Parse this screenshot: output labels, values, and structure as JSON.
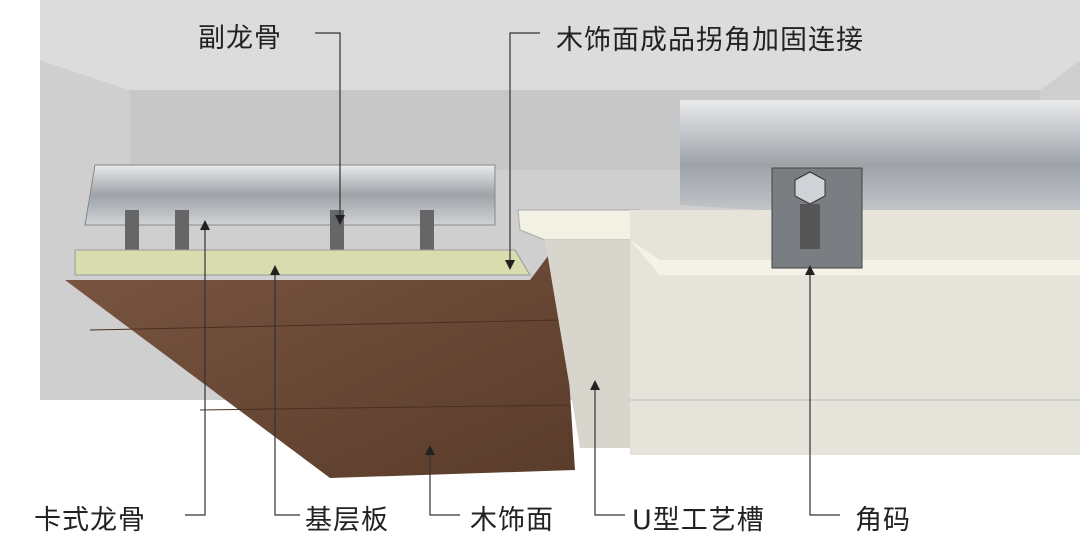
{
  "labels": {
    "sub_keel": "副龙骨",
    "corner_connection": "木饰面成品拐角加固连接",
    "clip_keel": "卡式龙骨",
    "base_board": "基层板",
    "wood_veneer": "木饰面",
    "u_groove": "U型工艺槽",
    "corner_bracket": "角码"
  },
  "colors": {
    "ceiling": "#d6d6d6",
    "wood": "#6b4a35",
    "base_board": "#d9dcae",
    "stone": "#e6e4da",
    "steel": "#b8bcc0"
  }
}
